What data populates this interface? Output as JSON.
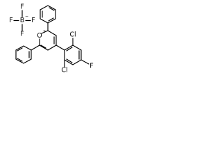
{
  "counterion": {
    "central": "B",
    "ligand": "F",
    "charge": "−"
  },
  "cation": {
    "heteroatom": "O",
    "charge": "+",
    "substituent_halogens": {
      "chloro": "Cl",
      "fluoro": "F"
    }
  }
}
